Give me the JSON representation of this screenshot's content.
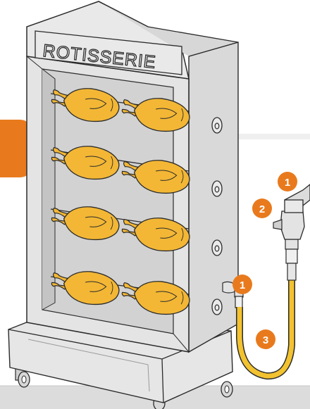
{
  "sign": {
    "text": "ROTISSERIE"
  },
  "markers": [
    {
      "id": "valve-outlet-top",
      "label": "1"
    },
    {
      "id": "shutoff-valve",
      "label": "2"
    },
    {
      "id": "appliance-inlet",
      "label": "1"
    },
    {
      "id": "gas-hose",
      "label": "3"
    }
  ],
  "colors": {
    "marker": "#e87a1d",
    "chicken": "#f3b735",
    "hose": "#f2c230",
    "cabinet": "#e3e3e3",
    "cabinet_dark": "#c9c9c9",
    "floor_band": "#dcdcdc",
    "outline": "#2b2b2b"
  },
  "rotisserie": {
    "spit_rows": 4,
    "chickens_per_row": 2,
    "side_knobs": 4
  }
}
